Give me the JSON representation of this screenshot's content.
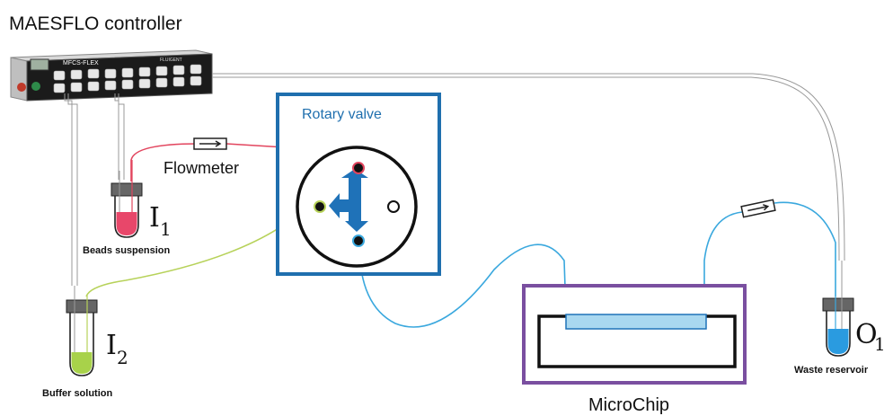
{
  "controller": {
    "title": "MAESFLO controller",
    "brand_left": "MFCS-FLEX",
    "brand_right": "FLUIGENT"
  },
  "valve": {
    "title": "Rotary valve"
  },
  "flowmeter": {
    "label": "Flowmeter"
  },
  "inlets": [
    {
      "symbol": "I",
      "subscript": "1",
      "label": "Beads suspension",
      "color": "#e8476a"
    },
    {
      "symbol": "I",
      "subscript": "2",
      "label": "Buffer solution",
      "color": "#a8d24a"
    }
  ],
  "outlet": {
    "symbol": "O",
    "subscript": "1",
    "label": "Waste reservoir",
    "color": "#2a9be0"
  },
  "chip": {
    "label": "MicroChip"
  },
  "colors": {
    "valve_frame": "#1f6fae",
    "chip_frame": "#7a4fa0",
    "red_tube": "#e2455e",
    "green_tube": "#b7d25a",
    "blue_tube": "#3aa8de",
    "arrow_blue": "#1f72b8"
  }
}
